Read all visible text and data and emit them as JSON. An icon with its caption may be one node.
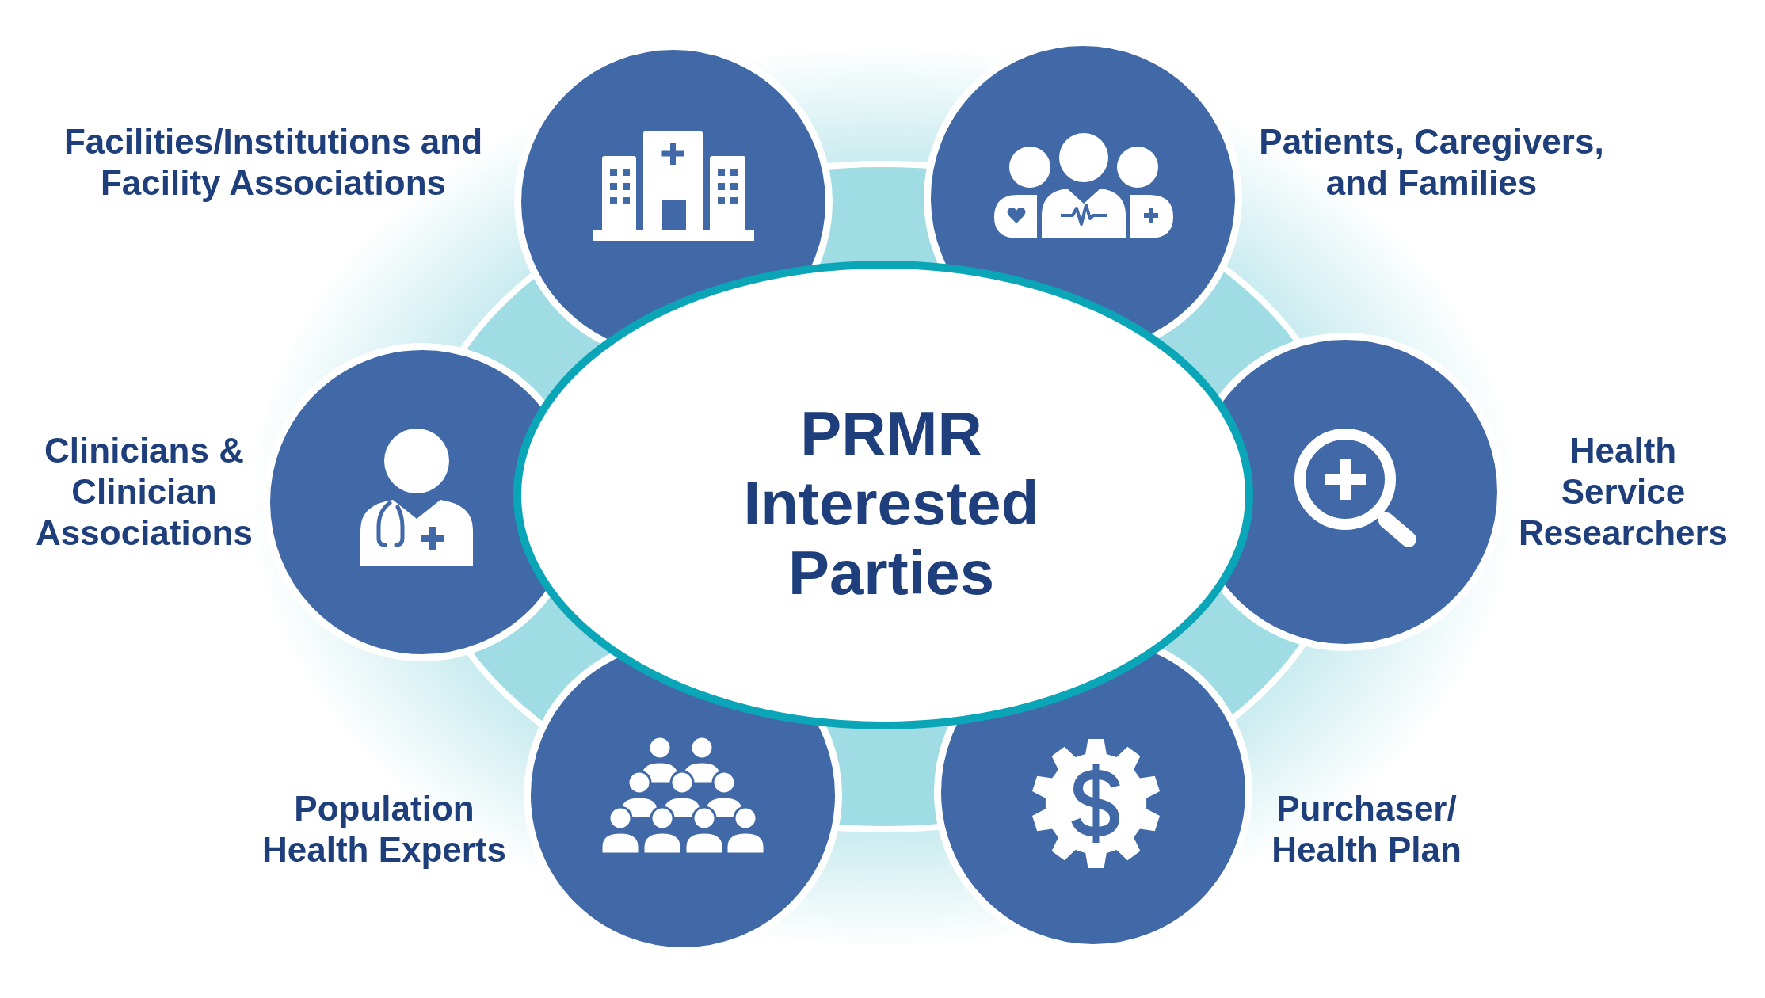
{
  "diagram": {
    "nodes": [
      {
        "text": [
          "PRMR Interested Parties"
        ]
      },
      {
        "text": [
          "Facilities/Institutions and Facility Associations"
        ]
      },
      {
        "text": [
          "Patients, Caregivers, and Families"
        ]
      },
      {
        "text": [
          "Clinicians & Clinician Associations"
        ]
      },
      {
        "text": [
          "Health Service Researchers"
        ]
      },
      {
        "text": [
          "Population Health Experts"
        ]
      },
      {
        "text": [
          "Purchaser/ Health Plan"
        ]
      }
    ]
  }
}
